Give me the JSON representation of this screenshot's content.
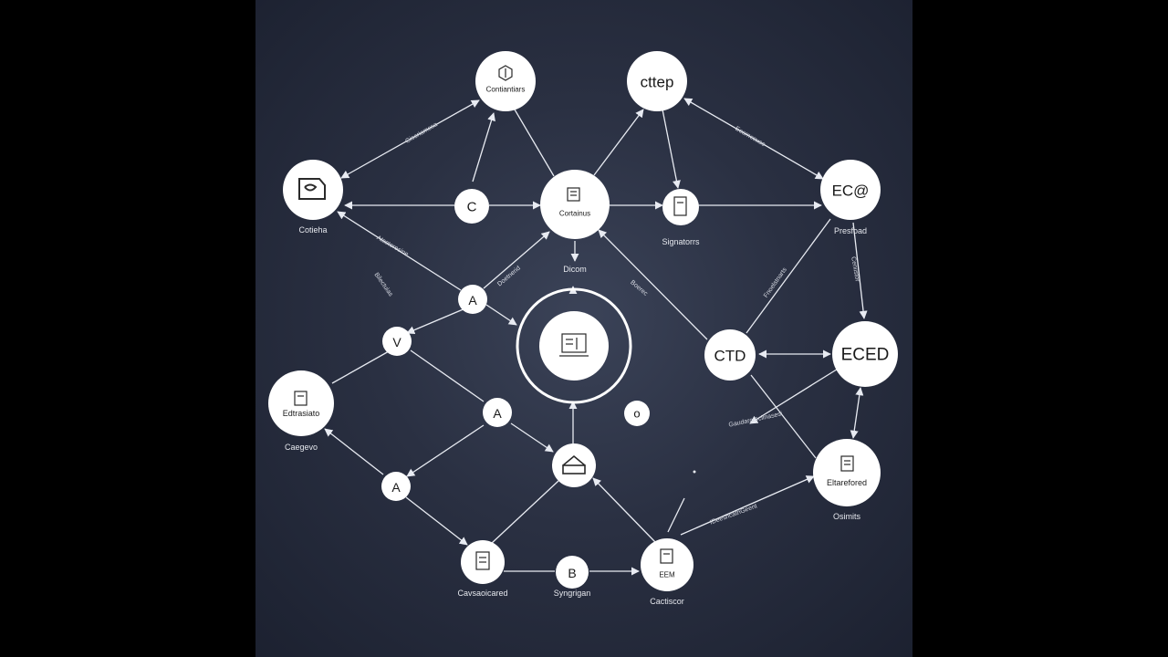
{
  "colors": {
    "background": "#2a3042",
    "node_fill": "#ffffff",
    "edge": "#e8ebf2",
    "node_text": "#1a1a1a",
    "caption_text": "#e6e8ee"
  },
  "nodes": [
    {
      "id": "top-left-hub",
      "inner": "Contiantiars",
      "caption": "",
      "icon": "hexagon-icon"
    },
    {
      "id": "top-right-hub",
      "inner": "cttep",
      "caption": "",
      "icon": ""
    },
    {
      "id": "left-hub",
      "inner": "",
      "caption": "Cotieha",
      "icon": "document-icon"
    },
    {
      "id": "c-node",
      "inner": "C",
      "caption": "",
      "icon": ""
    },
    {
      "id": "center-hub",
      "inner": "Cortainus",
      "caption": "Dicom",
      "icon": "chip-icon"
    },
    {
      "id": "signal-node",
      "inner": "",
      "caption": "Signatorrs",
      "icon": "tablet-icon"
    },
    {
      "id": "right-hub",
      "inner": "EC@",
      "caption": "Presfoad",
      "icon": ""
    },
    {
      "id": "a-node-upper",
      "inner": "A",
      "caption": "",
      "icon": ""
    },
    {
      "id": "v-node",
      "inner": "V",
      "caption": "",
      "icon": ""
    },
    {
      "id": "core-node",
      "inner": "",
      "caption": "",
      "icon": "monitor-icon"
    },
    {
      "id": "ctd-node",
      "inner": "CTD",
      "caption": "",
      "icon": ""
    },
    {
      "id": "eced-node",
      "inner": "ECED",
      "caption": "",
      "icon": ""
    },
    {
      "id": "left-lower-hub",
      "inner": "Edtrasiato",
      "caption": "Caegevo",
      "icon": "document-icon"
    },
    {
      "id": "a-node-mid",
      "inner": "A",
      "caption": "",
      "icon": ""
    },
    {
      "id": "o-node",
      "inner": "o",
      "caption": "",
      "icon": ""
    },
    {
      "id": "router-node",
      "inner": "",
      "caption": "",
      "icon": "router-icon"
    },
    {
      "id": "a-node-lower",
      "inner": "A",
      "caption": "",
      "icon": ""
    },
    {
      "id": "right-lower-hub",
      "inner": "Eltarefored",
      "caption": "Osimits",
      "icon": "document-icon"
    },
    {
      "id": "bottom-left-hub",
      "inner": "",
      "caption": "Cavsaoicared",
      "icon": "document-icon"
    },
    {
      "id": "b-node",
      "inner": "B",
      "caption": "Syngrigan",
      "icon": ""
    },
    {
      "id": "bottom-right-hub",
      "inner": "EEM",
      "caption": "Cactiscor",
      "icon": "document-icon"
    }
  ],
  "edge_labels": [
    "Gisoriamesa",
    "Eesrnesuse",
    "Atacteresine",
    "Bilectuias",
    "Doetnerid",
    "Boerec",
    "Fnoelstnarts",
    "Ceniistor",
    "Gaudarcreclinasesi",
    "IDeeshcatnGeent"
  ]
}
